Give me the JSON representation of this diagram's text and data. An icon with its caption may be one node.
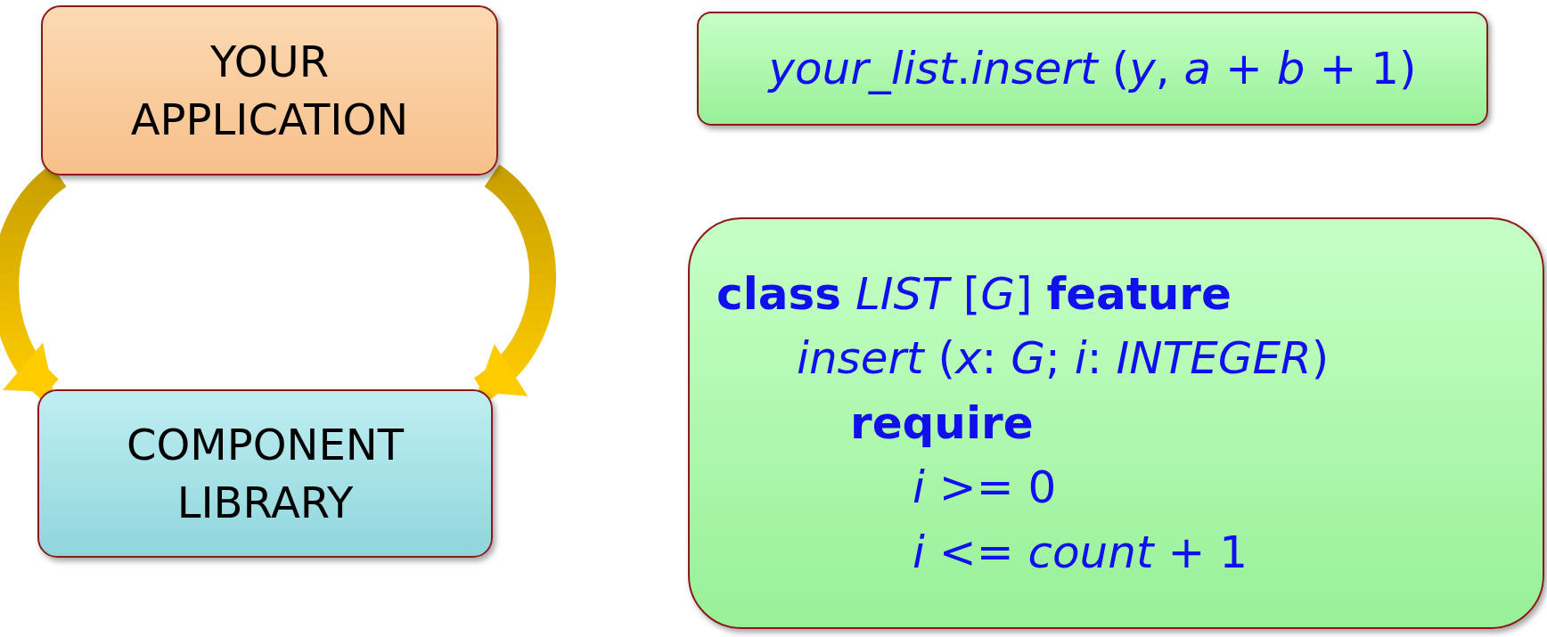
{
  "diagram": {
    "nodes": [
      {
        "text": [
          "YOUR APPLICATION"
        ]
      },
      {
        "text": [
          "COMPONENT LIBRARY"
        ]
      },
      {
        "text": [
          "*your_list*.*insert* (*y*, *a* + *b* + 1)"
        ]
      },
      {
        "text": [
          "**class** *LIST* [*G*] **feature**",
          "*insert* (*x*: *G*; *i*: *INTEGER*)",
          "**require**",
          "*i* >= 0",
          "*i* <= *count* + 1"
        ]
      }
    ],
    "edges": [
      {
        "from": 0,
        "to": 1,
        "arrow": "to",
        "style": "thick"
      },
      {
        "from": 0,
        "to": 1,
        "arrow": "to",
        "style": "thick"
      }
    ]
  }
}
